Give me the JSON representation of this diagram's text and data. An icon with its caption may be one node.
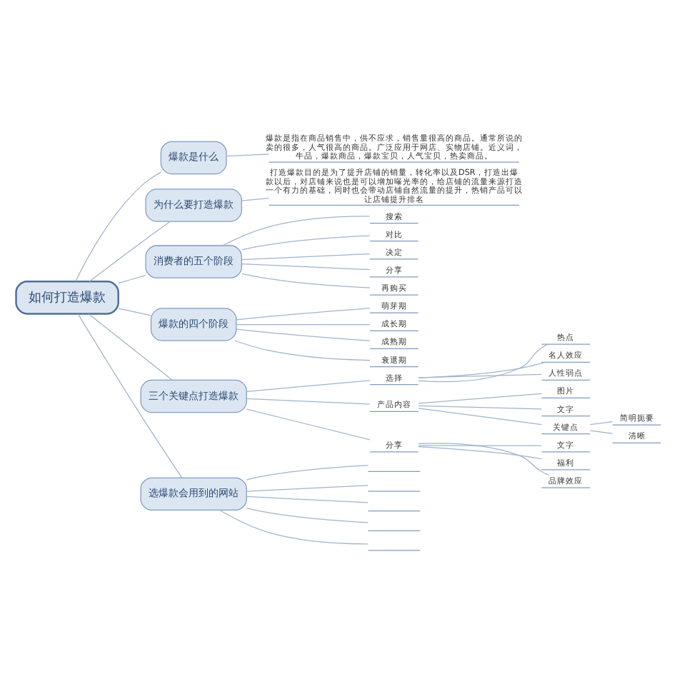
{
  "diagram": {
    "nodes": [
      {
        "text": [
          "如何打造爆款"
        ]
      },
      {
        "text": [
          "爆款是什么"
        ]
      },
      {
        "text": [
          "爆款是指在商品销售中，供不应求，销售量很高的商品。通常所说的卖的很多，人气很高的商品。广泛应用于网店、实物店铺。近义词，牛品，爆款商品，爆款宝贝，人气宝贝，热卖商品。"
        ]
      },
      {
        "text": [
          "为什么要打造爆款"
        ]
      },
      {
        "text": [
          "打造爆款目的是为了提升店铺的销量，转化率以及DSR，打造出爆款以后，对店铺来说也是可以增加曝光率的，给店铺的流量来源打造一个有力的基础，同时也会带动店铺自然流量的提升，热销产品可以让店铺提升排名"
        ]
      },
      {
        "text": [
          "消费者的五个阶段"
        ]
      },
      {
        "text": [
          "搜索"
        ]
      },
      {
        "text": [
          "对比"
        ]
      },
      {
        "text": [
          "决定"
        ]
      },
      {
        "text": [
          "分享"
        ]
      },
      {
        "text": [
          "再购买"
        ]
      },
      {
        "text": [
          "爆款的四个阶段"
        ]
      },
      {
        "text": [
          "萌芽期"
        ]
      },
      {
        "text": [
          "成长期"
        ]
      },
      {
        "text": [
          "成熟期"
        ]
      },
      {
        "text": [
          "衰退期"
        ]
      },
      {
        "text": [
          "三个关键点打造爆款"
        ]
      },
      {
        "text": [
          "选择"
        ]
      },
      {
        "text": [
          "热点"
        ]
      },
      {
        "text": [
          "名人效应"
        ]
      },
      {
        "text": [
          "人性弱点"
        ]
      },
      {
        "text": [
          "产品内容"
        ]
      },
      {
        "text": [
          "图片"
        ]
      },
      {
        "text": [
          "文字"
        ]
      },
      {
        "text": [
          "关键点"
        ]
      },
      {
        "text": [
          "简明扼要"
        ]
      },
      {
        "text": [
          "清晰"
        ]
      },
      {
        "text": [
          "分享"
        ]
      },
      {
        "text": [
          "文字"
        ]
      },
      {
        "text": [
          "福利"
        ]
      },
      {
        "text": [
          "品牌效应"
        ]
      },
      {
        "text": [
          "选爆款会用到的网站"
        ]
      },
      {
        "text": [],
        "shape": "box"
      },
      {
        "text": [],
        "shape": "box"
      },
      {
        "text": [],
        "shape": "box"
      },
      {
        "text": [],
        "shape": "box"
      },
      {
        "text": [],
        "shape": "box"
      }
    ],
    "edges": [
      {
        "from": 0,
        "to": 1,
        "arrow": "none"
      },
      {
        "from": 1,
        "to": 2,
        "arrow": "none"
      },
      {
        "from": 0,
        "to": 3,
        "arrow": "none"
      },
      {
        "from": 3,
        "to": 4,
        "arrow": "none"
      },
      {
        "from": 0,
        "to": 5,
        "arrow": "none"
      },
      {
        "from": 5,
        "to": 6,
        "arrow": "none"
      },
      {
        "from": 5,
        "to": 7,
        "arrow": "none"
      },
      {
        "from": 5,
        "to": 8,
        "arrow": "none"
      },
      {
        "from": 5,
        "to": 9,
        "arrow": "none"
      },
      {
        "from": 5,
        "to": 10,
        "arrow": "none"
      },
      {
        "from": 0,
        "to": 11,
        "arrow": "none"
      },
      {
        "from": 11,
        "to": 12,
        "arrow": "none"
      },
      {
        "from": 11,
        "to": 13,
        "arrow": "none"
      },
      {
        "from": 11,
        "to": 14,
        "arrow": "none"
      },
      {
        "from": 11,
        "to": 15,
        "arrow": "none"
      },
      {
        "from": 0,
        "to": 16,
        "arrow": "none"
      },
      {
        "from": 16,
        "to": 17,
        "arrow": "none"
      },
      {
        "from": 17,
        "to": 18,
        "arrow": "none"
      },
      {
        "from": 17,
        "to": 19,
        "arrow": "none"
      },
      {
        "from": 17,
        "to": 20,
        "arrow": "none"
      },
      {
        "from": 16,
        "to": 21,
        "arrow": "none"
      },
      {
        "from": 21,
        "to": 22,
        "arrow": "none"
      },
      {
        "from": 21,
        "to": 23,
        "arrow": "none"
      },
      {
        "from": 21,
        "to": 24,
        "arrow": "none"
      },
      {
        "from": 24,
        "to": 25,
        "arrow": "none"
      },
      {
        "from": 24,
        "to": 26,
        "arrow": "none"
      },
      {
        "from": 16,
        "to": 27,
        "arrow": "none"
      },
      {
        "from": 27,
        "to": 28,
        "arrow": "none"
      },
      {
        "from": 27,
        "to": 29,
        "arrow": "none"
      },
      {
        "from": 27,
        "to": 30,
        "arrow": "none"
      },
      {
        "from": 0,
        "to": 31,
        "arrow": "none"
      },
      {
        "from": 31,
        "to": 32,
        "arrow": "none"
      },
      {
        "from": 31,
        "to": 33,
        "arrow": "none"
      },
      {
        "from": 31,
        "to": 34,
        "arrow": "none"
      },
      {
        "from": 31,
        "to": 35,
        "arrow": "none"
      },
      {
        "from": 31,
        "to": 36,
        "arrow": "none"
      }
    ]
  }
}
